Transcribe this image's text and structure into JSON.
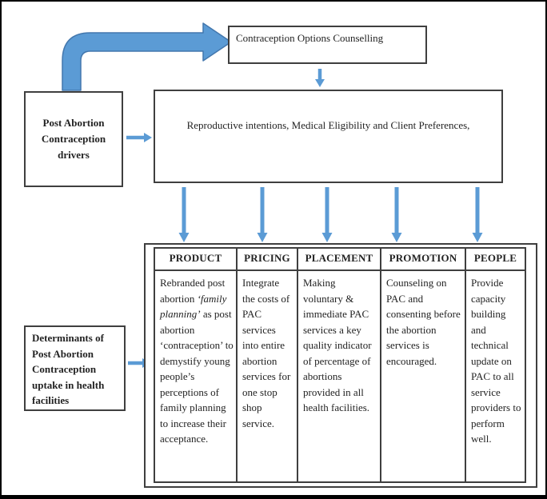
{
  "diagram": {
    "boxes": {
      "counselling": "Contraception Options Counselling",
      "drivers": "Post Abortion Contraception drivers",
      "factors": "Reproductive intentions, Medical Eligibility and Client Preferences,",
      "determinants": "Determinants of Post Abortion Contraception uptake in health facilities"
    },
    "table": {
      "columns": [
        {
          "header": "PRODUCT",
          "body_prefix": "Rebranded post abortion ",
          "body_italic": "‘family planning’",
          "body_rest": " as post abortion ‘contraception’ to demystify young people’s perceptions of family planning to increase their acceptance."
        },
        {
          "header": "PRICING",
          "body": "Integrate the costs of PAC services into entire abortion services for one stop shop service."
        },
        {
          "header": "PLACEMENT",
          "body": "Making voluntary & immediate PAC services a key quality indicator of percentage of abortions provided in all health facilities."
        },
        {
          "header": "PROMOTION",
          "body": "Counseling on PAC and consenting before the abortion services is encouraged."
        },
        {
          "header": "PEOPLE",
          "body": "Provide capacity building and technical update on PAC to all service providers to perform well."
        }
      ]
    },
    "colors": {
      "arrow_fill": "#5B9BD5",
      "arrow_outline": "#4377AD",
      "box_border": "#3F3F3F",
      "frame_border": "#000000",
      "text": "#232323"
    }
  }
}
